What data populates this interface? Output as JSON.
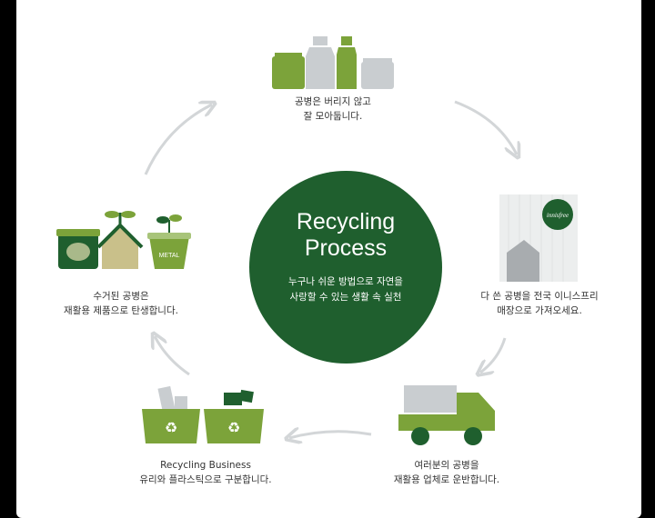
{
  "center": {
    "title": "Recycling\nProcess",
    "subtitle": "누구나 쉬운 방법으로 자연을\n사랑할 수 있는 생활 속 실천"
  },
  "steps": [
    {
      "icon": "bottles-icon",
      "text": "공병은 버리지 않고\n잘 모아둡니다."
    },
    {
      "icon": "store-icon",
      "text": "다 쓴 공병을 전국 이니스프리\n매장으로 가져오세요."
    },
    {
      "icon": "truck-icon",
      "text": "여러분의 공병을\n재활용 업체로 운반합니다."
    },
    {
      "icon": "recycling-bins-icon",
      "text": "Recycling Business\n유리와 플라스틱으로 구분합니다."
    },
    {
      "icon": "recycled-products-icon",
      "text": "수거된 공병은\n재활용 제품으로 탄생합니다."
    }
  ],
  "store_sign": "innisfree",
  "planter_label": "METAL",
  "colors": {
    "dark_green": "#1f5f2e",
    "green": "#7ca33a",
    "gray": "#c9cdd0",
    "arrow": "#d3d6d8"
  }
}
